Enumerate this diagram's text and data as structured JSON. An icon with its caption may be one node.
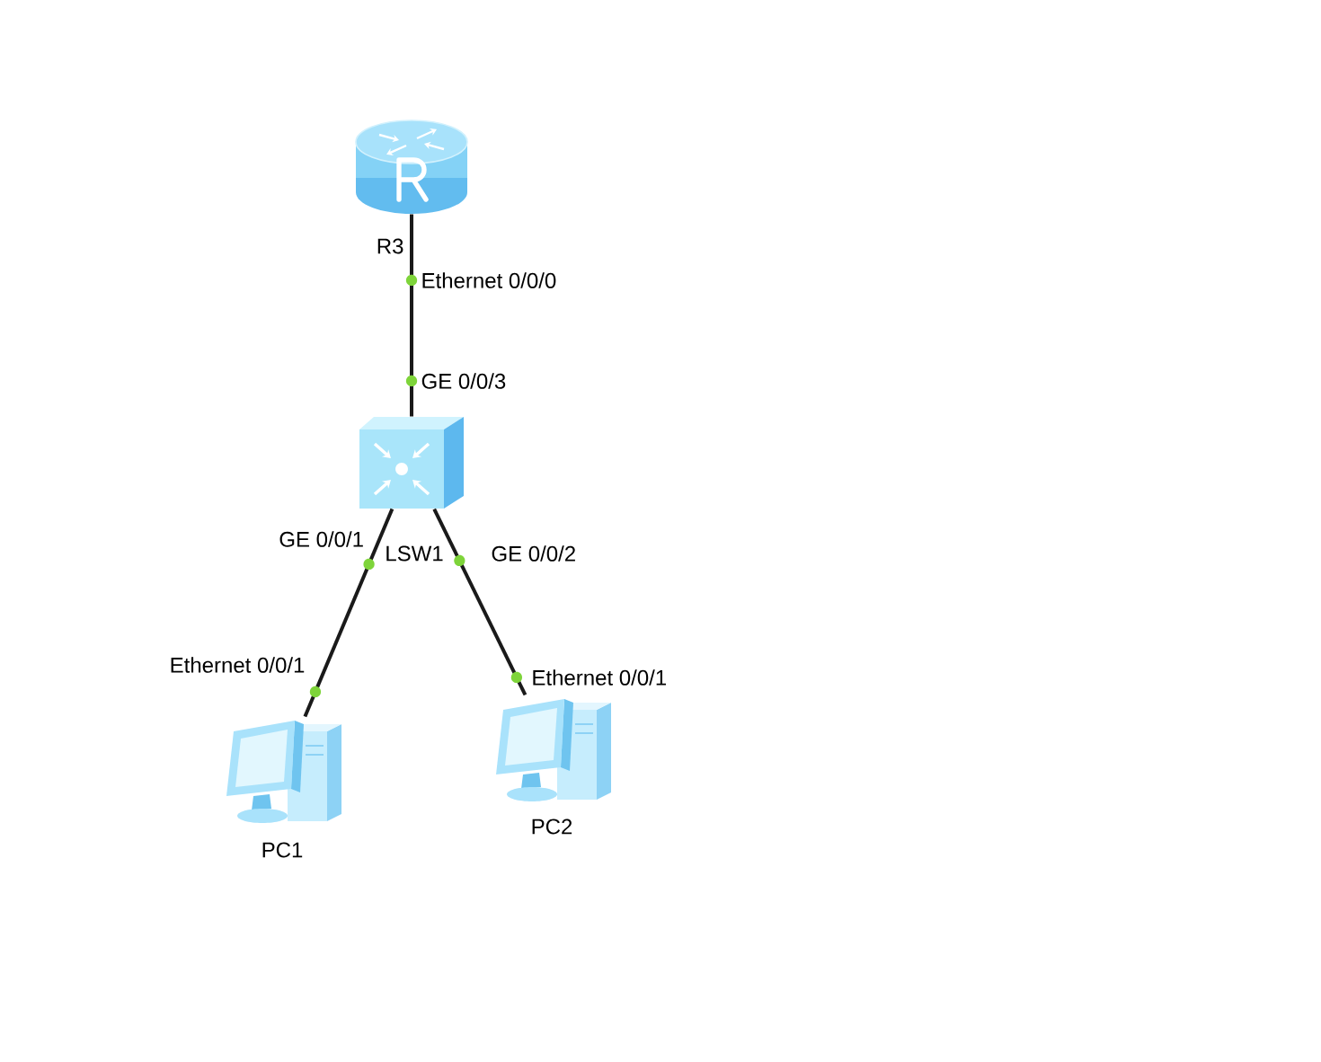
{
  "diagram": {
    "nodes": [
      {
        "text": [
          "R3"
        ]
      },
      {
        "text": [
          "LSW1"
        ]
      },
      {
        "text": [
          "PC1"
        ]
      },
      {
        "text": [
          "PC2"
        ]
      }
    ],
    "edges": [
      {
        "from": 0,
        "to": 1,
        "arrow": "none"
      },
      {
        "from": 1,
        "to": 2,
        "arrow": "none"
      },
      {
        "from": 1,
        "to": 3,
        "arrow": "none"
      }
    ],
    "labels": [
      "Ethernet 0/0/0",
      "GE 0/0/3",
      "GE 0/0/1",
      "GE 0/0/2",
      "Ethernet 0/0/1",
      "Ethernet 0/0/1"
    ]
  }
}
